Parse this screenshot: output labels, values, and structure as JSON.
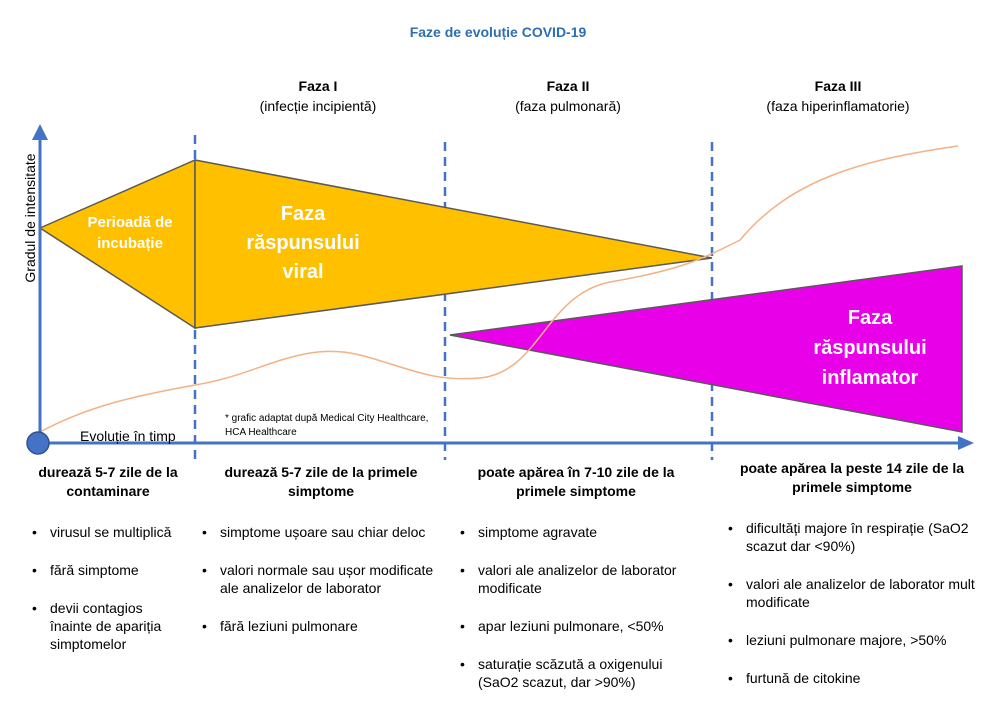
{
  "title": "Faze de evoluție COVID-19",
  "phases": [
    {
      "name": "Faza I",
      "desc": "(infecție incipientă)"
    },
    {
      "name": "Faza II",
      "desc": "(faza pulmonară)"
    },
    {
      "name": "Faza III",
      "desc": "(faza hiperinflamatorie)"
    }
  ],
  "y_axis_label": "Gradul de intensitate",
  "x_axis_label": "Evoluție în timp",
  "shapes": {
    "incubation": {
      "line1": "Perioadă de",
      "line2": "incubație"
    },
    "viral": {
      "line1": "Faza",
      "line2": "răspunsului",
      "line3": "viral"
    },
    "inflammatory": {
      "line1": "Faza",
      "line2": "răspunsului",
      "line3": "inflamator"
    }
  },
  "note": {
    "line1": "* grafic adaptat după Medical City Healthcare,",
    "line2": "HCA Healthcare"
  },
  "colors": {
    "axis": "#4472c4",
    "viral": "#ffc000",
    "inflammatory": "#e800e8",
    "curve": "#f4b183",
    "title": "#2e6fb0"
  },
  "columns": [
    {
      "heading": "durează 5-7 zile de la contaminare",
      "items": [
        "virusul se multiplică",
        "fără simptome",
        "devii contagios înainte de apariția simptomelor"
      ]
    },
    {
      "heading": "durează 5-7 zile de la primele simptome",
      "items": [
        "simptome ușoare sau chiar deloc",
        "valori normale sau ușor modificate ale analizelor de laborator",
        "fără leziuni pulmonare"
      ]
    },
    {
      "heading": "poate apărea în 7-10 zile de la primele simptome",
      "items": [
        "simptome agravate",
        "valori ale analizelor de laborator modificate",
        "apar leziuni pulmonare, <50%",
        "saturație scăzută a oxigenului (SaO2 scazut, dar >90%)"
      ]
    },
    {
      "heading": "poate apărea la peste 14 zile de la primele simptome",
      "items": [
        "dificultăți majore în respirație (SaO2 scazut dar <90%)",
        "valori ale analizelor de laborator mult modificate",
        "leziuni pulmonare majore, >50%",
        "furtună de citokine"
      ]
    }
  ]
}
